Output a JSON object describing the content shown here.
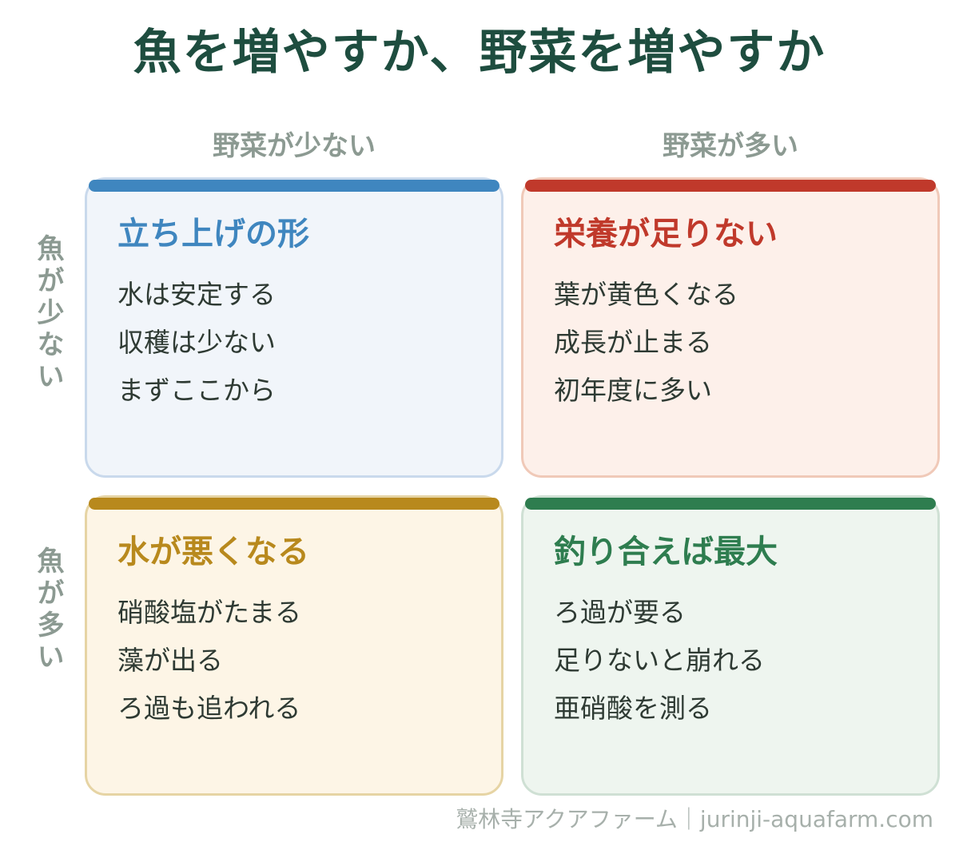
{
  "title": "魚を増やすか、野菜を増やすか",
  "columns": [
    "野菜が少ない",
    "野菜が多い"
  ],
  "rows": [
    "魚が少ない",
    "魚が多い"
  ],
  "quadrants": [
    {
      "heading": "立ち上げの形",
      "items": [
        "水は安定する",
        "収穫は少ない",
        "まずここから"
      ],
      "accent_color": "#3f86bf"
    },
    {
      "heading": "栄養が足りない",
      "items": [
        "葉が黄色くなる",
        "成長が止まる",
        "初年度に多い"
      ],
      "accent_color": "#c0392b"
    },
    {
      "heading": "水が悪くなる",
      "items": [
        "硝酸塩がたまる",
        "藻が出る",
        "ろ過も追われる"
      ],
      "accent_color": "#b8891d"
    },
    {
      "heading": "釣り合えば最大",
      "items": [
        "ろ過が要る",
        "足りないと崩れる",
        "亜硝酸を測る"
      ],
      "accent_color": "#2e7d4f"
    }
  ],
  "footer": "鷲林寺アクアファーム｜jurinji-aquafarm.com"
}
